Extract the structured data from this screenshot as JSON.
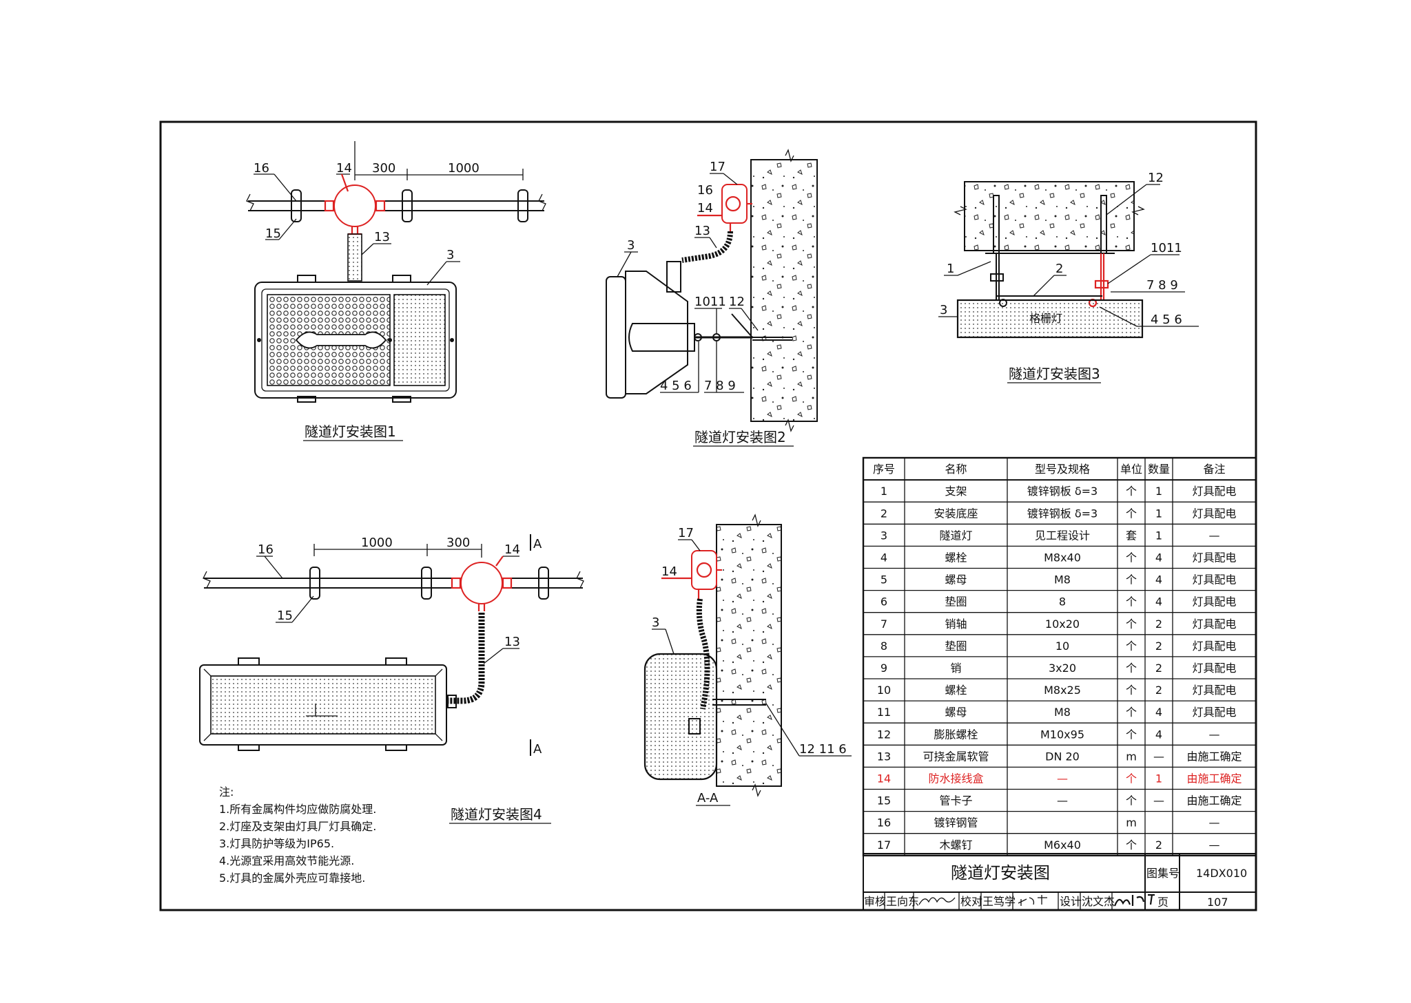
{
  "diagrams": {
    "fig1": {
      "title": "隧道灯安装图1",
      "dims": [
        "300",
        "1000"
      ],
      "labels": [
        "16",
        "14",
        "15",
        "13",
        "3"
      ]
    },
    "fig2": {
      "title": "隧道灯安装图2",
      "labels": [
        "17",
        "16",
        "14",
        "13",
        "3",
        "1011",
        "12",
        "4 5 6",
        "7 8 9"
      ]
    },
    "fig3": {
      "title": "隧道灯安装图3",
      "labels": [
        "12",
        "1011",
        "1",
        "2",
        "7 8 9",
        "3",
        "4 5 6"
      ],
      "lamp_text": "格栅灯"
    },
    "fig4": {
      "title": "隧道灯安装图4",
      "dims": [
        "1000",
        "300"
      ],
      "labels": [
        "16",
        "14",
        "15",
        "13",
        "A",
        "A"
      ]
    },
    "section": {
      "title": "A-A",
      "labels": [
        "17",
        "14",
        "3",
        "12 11 6"
      ]
    }
  },
  "notes": {
    "heading": "注:",
    "items": [
      "1.所有金属构件均应做防腐处理.",
      "2.灯座及支架由灯具厂灯具确定.",
      "3.灯具防护等级为IP65.",
      "4.光源宜采用高效节能光源.",
      "5.灯具的金属外壳应可靠接地."
    ]
  },
  "table": {
    "headers": [
      "序号",
      "名称",
      "型号及规格",
      "单位",
      "数量",
      "备注"
    ],
    "rows": [
      [
        "1",
        "支架",
        "镀锌钢板 δ=3",
        "个",
        "1",
        "灯具配电"
      ],
      [
        "2",
        "安装底座",
        "镀锌钢板 δ=3",
        "个",
        "1",
        "灯具配电"
      ],
      [
        "3",
        "隧道灯",
        "见工程设计",
        "套",
        "1",
        "—"
      ],
      [
        "4",
        "螺栓",
        "M8x40",
        "个",
        "4",
        "灯具配电"
      ],
      [
        "5",
        "螺母",
        "M8",
        "个",
        "4",
        "灯具配电"
      ],
      [
        "6",
        "垫圈",
        "8",
        "个",
        "4",
        "灯具配电"
      ],
      [
        "7",
        "销轴",
        "10x20",
        "个",
        "2",
        "灯具配电"
      ],
      [
        "8",
        "垫圈",
        "10",
        "个",
        "2",
        "灯具配电"
      ],
      [
        "9",
        "销",
        "3x20",
        "个",
        "2",
        "灯具配电"
      ],
      [
        "10",
        "螺栓",
        "M8x25",
        "个",
        "2",
        "灯具配电"
      ],
      [
        "11",
        "螺母",
        "M8",
        "个",
        "4",
        "灯具配电"
      ],
      [
        "12",
        "膨胀螺栓",
        "M10x95",
        "个",
        "4",
        "—"
      ],
      [
        "13",
        "可挠金属软管",
        "DN 20",
        "m",
        "—",
        "由施工确定"
      ],
      [
        "14",
        "防水接线盒",
        "—",
        "个",
        "1",
        "由施工确定"
      ],
      [
        "15",
        "管卡子",
        "—",
        "个",
        "—",
        "由施工确定"
      ],
      [
        "16",
        "镀锌钢管",
        "",
        "m",
        "",
        "—"
      ],
      [
        "17",
        "木螺钉",
        "M6x40",
        "个",
        "2",
        "—"
      ]
    ],
    "highlight_row": 14,
    "highlight_color": "#d22222"
  },
  "title_block": {
    "title": "隧道灯安装图",
    "set_label": "图集号",
    "set_no": "14DX010",
    "page_label": "页",
    "page_no": "107",
    "review_label": "审核",
    "reviewer": "王向东",
    "check_label": "校对",
    "checker": "王笃学",
    "design_label": "设计",
    "designer": "沈文杰"
  }
}
